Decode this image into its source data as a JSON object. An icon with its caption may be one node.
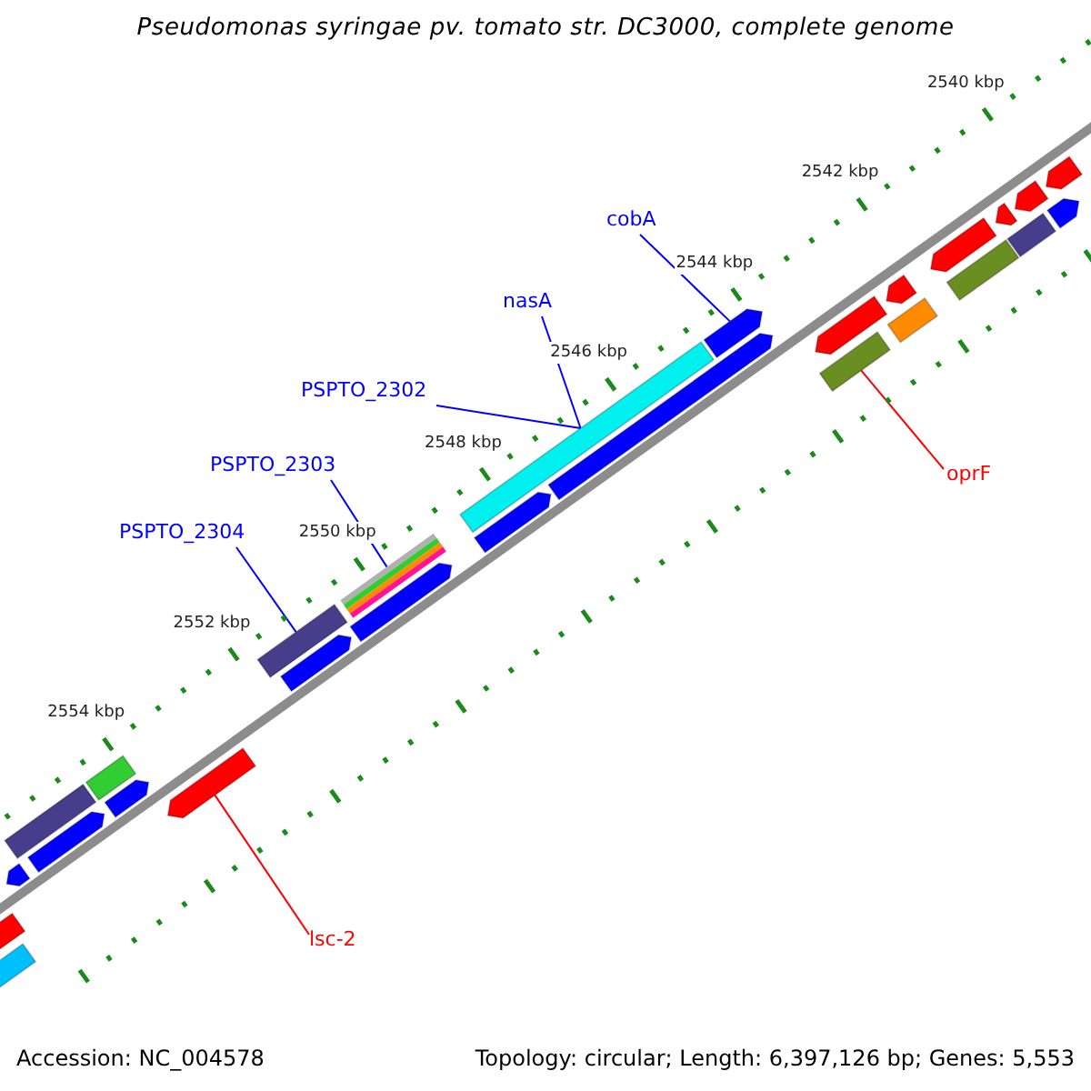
{
  "diagram": {
    "title": "Pseudomonas syringae pv. tomato str. DC3000, complete genome",
    "nodes": [
      {
        "text": [
          "cobA"
        ]
      },
      {
        "text": [],
        "shape": "bar"
      },
      {
        "text": [
          "nasA"
        ]
      },
      {
        "text": [],
        "shape": "bar"
      },
      {
        "text": [
          "PSPTO_2302"
        ]
      },
      {
        "text": [
          "PSPTO_2303"
        ]
      },
      {
        "text": [],
        "shape": "bar"
      },
      {
        "text": [
          "PSPTO_2304"
        ]
      },
      {
        "text": [],
        "shape": "bar"
      },
      {
        "text": [
          "oprF"
        ]
      },
      {
        "text": [],
        "shape": "bar"
      },
      {
        "text": [
          "lsc-2"
        ]
      },
      {
        "text": [],
        "shape": "bar"
      },
      {
        "text": [],
        "shape": "bar"
      },
      {
        "text": [],
        "shape": "bar"
      },
      {
        "text": [],
        "shape": "bar"
      },
      {
        "text": [],
        "shape": "bar"
      },
      {
        "text": [],
        "shape": "bar"
      },
      {
        "text": [],
        "shape": "bar"
      },
      {
        "text": [],
        "shape": "bar"
      },
      {
        "text": [],
        "shape": "bar"
      },
      {
        "text": [],
        "shape": "bar"
      },
      {
        "text": [],
        "shape": "bar"
      },
      {
        "text": [],
        "shape": "bar"
      },
      {
        "text": [],
        "shape": "bar"
      },
      {
        "text": [],
        "shape": "bar"
      },
      {
        "text": [],
        "shape": "bar"
      },
      {
        "text": [],
        "shape": "bar"
      },
      {
        "text": [],
        "shape": "bar"
      },
      {
        "text": [],
        "shape": "bar"
      },
      {
        "text": [],
        "shape": "bar"
      },
      {
        "text": [],
        "shape": "bar"
      },
      {
        "text": [],
        "shape": "bar"
      },
      {
        "text": [],
        "shape": "bar"
      }
    ],
    "edges": [
      {
        "from": 0,
        "to": 1,
        "arrow": "none"
      },
      {
        "from": 2,
        "to": 3,
        "arrow": "none"
      },
      {
        "from": 4,
        "to": 3,
        "arrow": "none"
      },
      {
        "from": 5,
        "to": 6,
        "arrow": "none"
      },
      {
        "from": 7,
        "to": 8,
        "arrow": "none"
      },
      {
        "from": 9,
        "to": 10,
        "arrow": "none",
        "color": "#ff0000"
      },
      {
        "from": 11,
        "to": 12,
        "arrow": "none",
        "color": "#ff0000"
      }
    ],
    "labels": [
      "2540 kbp",
      "2542 kbp",
      "2544 kbp",
      "2546 kbp",
      "2548 kbp",
      "2550 kbp",
      "2552 kbp",
      "2554 kbp",
      "Accession: NC_004578",
      "Topology: circular; Length: 6,397,126 bp; Genes: 5,553"
    ]
  }
}
